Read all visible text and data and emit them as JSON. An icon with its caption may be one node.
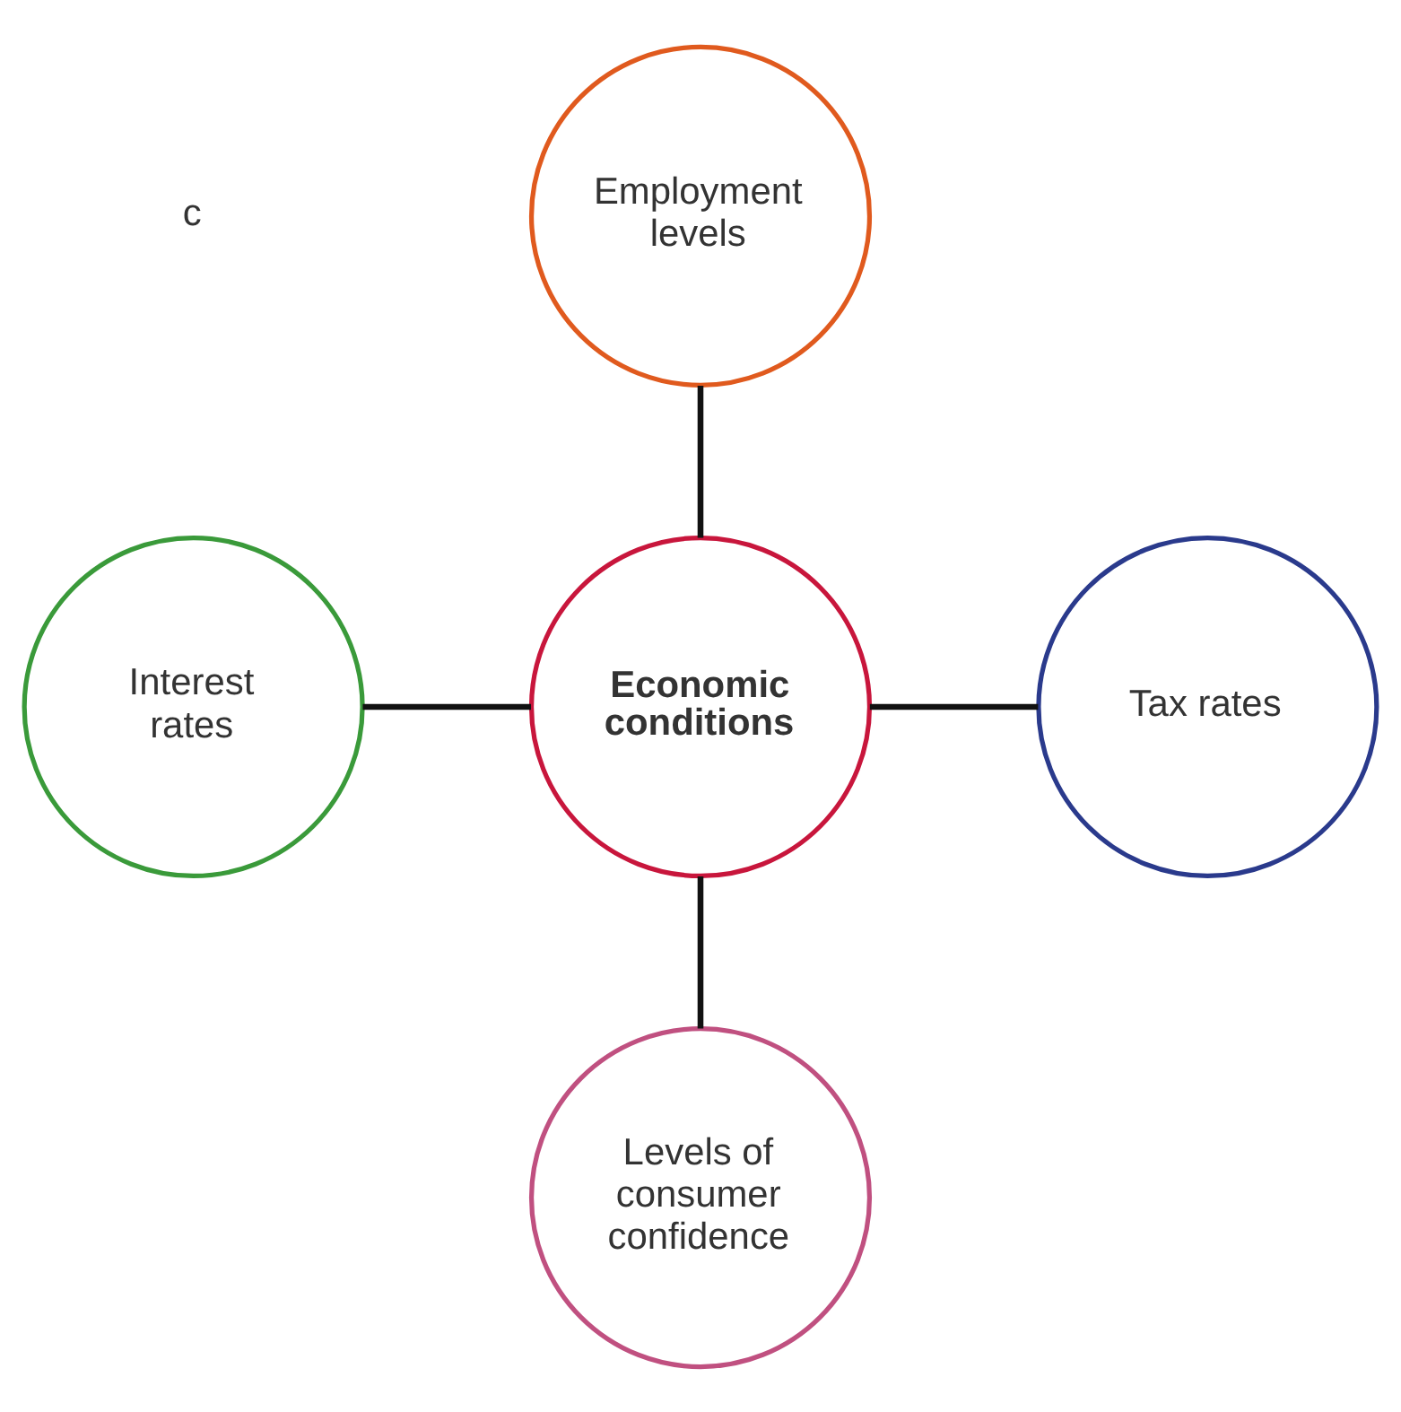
{
  "diagram": {
    "nodes": [
      {
        "text": [
          "Employment levels"
        ]
      },
      {
        "text": [
          "Interest rates"
        ]
      },
      {
        "text": [
          "Economic conditions"
        ]
      },
      {
        "text": [
          "Tax rates"
        ]
      },
      {
        "text": [
          "Levels of consumer confidence"
        ]
      }
    ],
    "edges": [
      {
        "from": 0,
        "to": 2,
        "arrow": "none"
      },
      {
        "from": 1,
        "to": 2,
        "arrow": "none"
      },
      {
        "from": 2,
        "to": 3,
        "arrow": "none"
      },
      {
        "from": 2,
        "to": 4,
        "arrow": "none"
      }
    ],
    "labels": [
      "c"
    ]
  }
}
